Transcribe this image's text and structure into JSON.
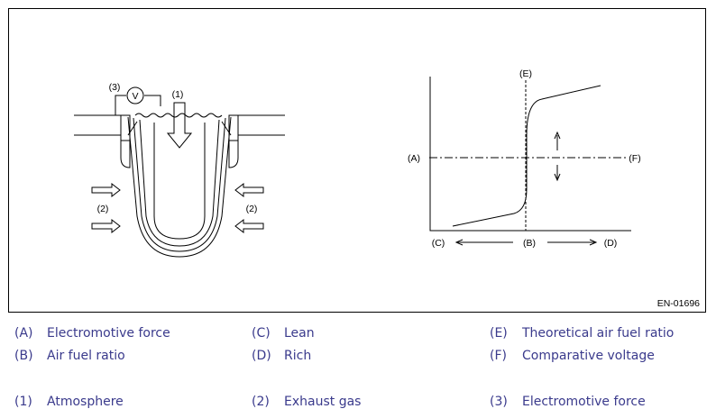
{
  "figure": {
    "code": "EN-01696",
    "sensor_labels": {
      "voltage_symbol": "V",
      "label_3": "(3)",
      "label_1": "(1)",
      "label_2": "(2)"
    },
    "graph_labels": {
      "A": "(A)",
      "B": "(B)",
      "C": "(C)",
      "D": "(D)",
      "E": "(E)",
      "F": "(F)"
    }
  },
  "legend": [
    {
      "code": "(A)",
      "text": "Electromotive force"
    },
    {
      "code": "(C)",
      "text": "Lean"
    },
    {
      "code": "(E)",
      "text": "Theoretical air fuel ratio"
    },
    {
      "code": "(B)",
      "text": "Air fuel ratio"
    },
    {
      "code": "(D)",
      "text": "Rich"
    },
    {
      "code": "(F)",
      "text": "Comparative voltage"
    },
    {
      "code": "(1)",
      "text": "Atmosphere"
    },
    {
      "code": "(2)",
      "text": "Exhaust gas"
    },
    {
      "code": "(3)",
      "text": "Electromotive force"
    }
  ],
  "colors": {
    "legend_text": "#3a3a8c",
    "line": "#000000"
  }
}
